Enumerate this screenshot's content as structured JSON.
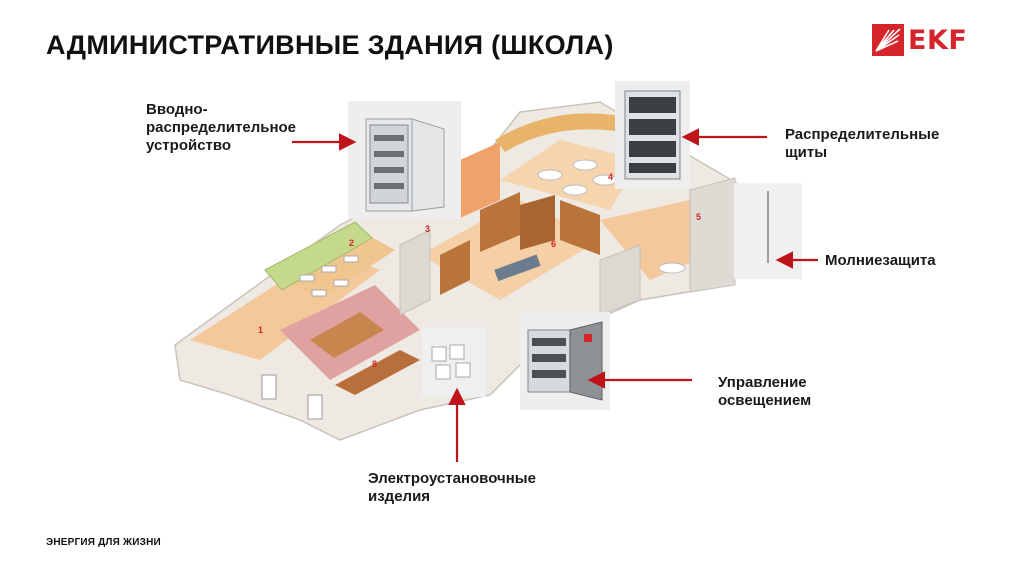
{
  "title": "АДМИНИСТРАТИВНЫЕ ЗДАНИЯ (ШКОЛА)",
  "logo": {
    "text": "EKF",
    "color": "#d6252a"
  },
  "labels": {
    "vru_line1": "Вводно-",
    "vru_line2": "распределительное",
    "vru_line3": "устройство",
    "panels_line1": "Распределительные",
    "panels_line2": "щиты",
    "lightning": "Молниезащита",
    "lighting_line1": "Управление",
    "lighting_line2": "освещением",
    "wiring_line1": "Электроустановочные",
    "wiring_line2": "изделия"
  },
  "room_numbers": [
    "1",
    "2",
    "3",
    "4",
    "5",
    "6",
    "8"
  ],
  "footer": "ЭНЕРГИЯ ДЛЯ ЖИЗНИ",
  "colors": {
    "arrow": "#c0141b",
    "wall": "#eceae6",
    "floor": "#f2c69a",
    "carpet": "#e0a2a0",
    "shelf": "#b9743c",
    "desk_room_wall": "#c5d98a"
  }
}
